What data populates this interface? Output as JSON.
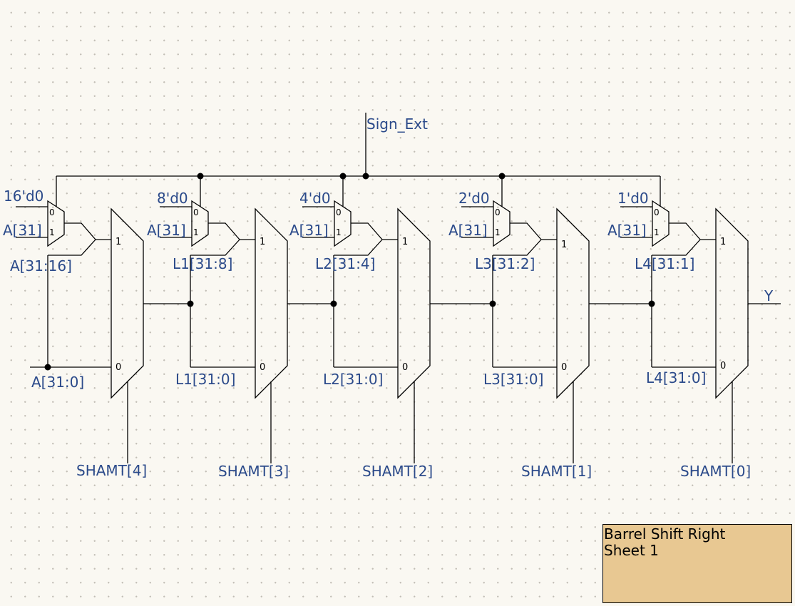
{
  "schematic": {
    "sign_net": "Sign_Ext",
    "output_net": "Y",
    "stages": [
      {
        "fill": "16'd0",
        "msb": "A[31]",
        "upper": "A[31:16]",
        "input": "A[31:0]",
        "select": "SHAMT[4]"
      },
      {
        "fill": "8'd0",
        "msb": "A[31]",
        "upper": "L1[31:8]",
        "input": "L1[31:0]",
        "select": "SHAMT[3]"
      },
      {
        "fill": "4'd0",
        "msb": "A[31]",
        "upper": "L2[31:4]",
        "input": "L2[31:0]",
        "select": "SHAMT[2]"
      },
      {
        "fill": "2'd0",
        "msb": "A[31]",
        "upper": "L3[31:2]",
        "input": "L3[31:0]",
        "select": "SHAMT[1]"
      },
      {
        "fill": "1'd0",
        "msb": "A[31]",
        "upper": "L4[31:1]",
        "input": "L4[31:0]",
        "select": "SHAMT[0]"
      }
    ],
    "pins": {
      "zero": "0",
      "one": "1"
    }
  },
  "title_block": {
    "title": "Barrel Shift Right",
    "sheet": "Sheet 1"
  }
}
